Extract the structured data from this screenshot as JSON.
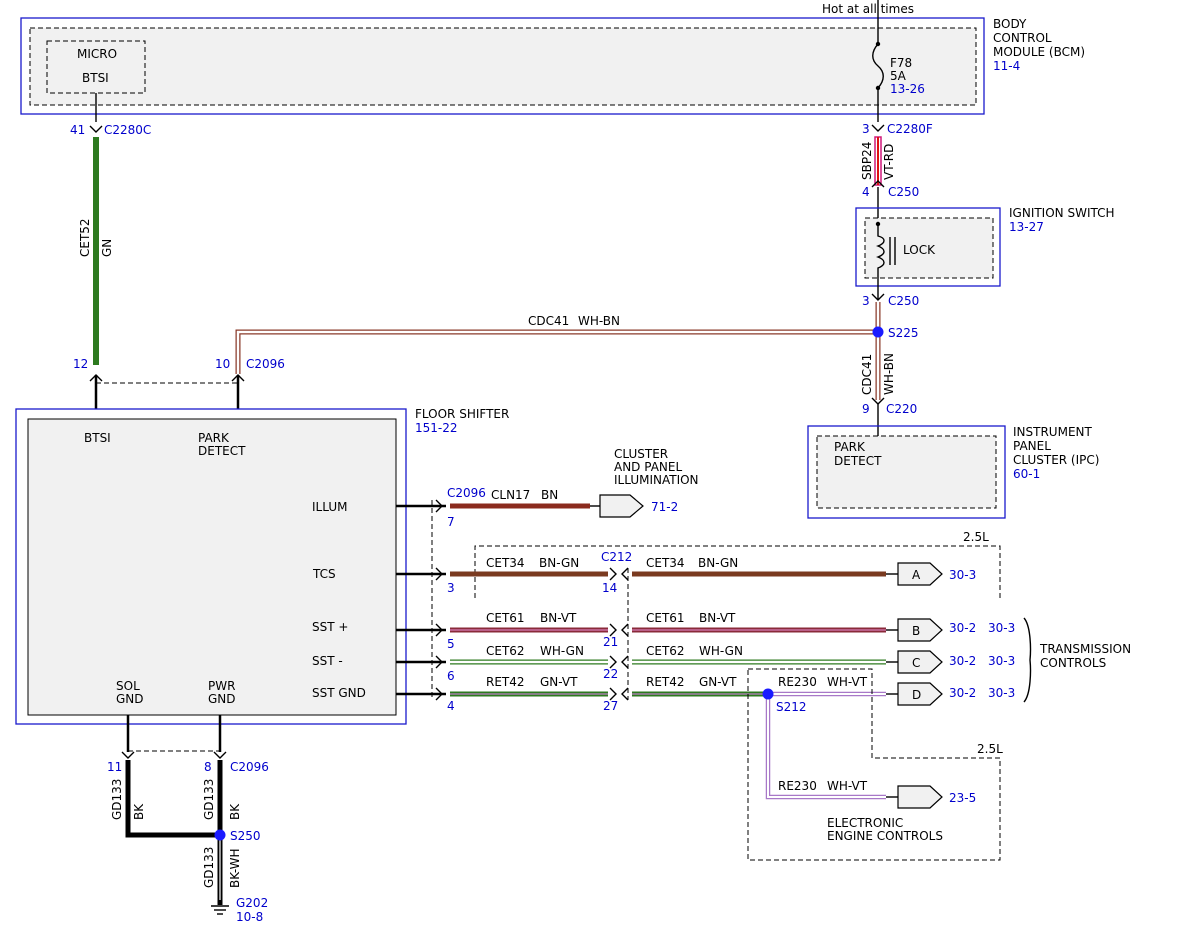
{
  "colors": {
    "label_blue": "#0000cc",
    "box_blue": "#1a1acc"
  },
  "top": {
    "hot_at_all_times": "Hot at all times"
  },
  "bcm": {
    "name_l1": "BODY",
    "name_l2": "CONTROL",
    "name_l3": "MODULE (BCM)",
    "ref": "11-4",
    "micro": "MICRO",
    "btsi": "BTSI",
    "fuse": "F78",
    "fuse_rating": "5A",
    "fuse_ref": "13-26"
  },
  "bcm_conn": {
    "pin41": "41",
    "c2280c": "C2280C",
    "pin3": "3",
    "c2280f": "C2280F"
  },
  "wire_cet52": {
    "circuit": "CET52",
    "color": "GN"
  },
  "wire_sbp24": {
    "circuit": "SBP24",
    "color": "VT-RD"
  },
  "c250a": {
    "pin": "4",
    "name": "C250"
  },
  "ignition": {
    "name": "IGNITION SWITCH",
    "ref": "13-27",
    "lock": "LOCK"
  },
  "c250b": {
    "pin": "3",
    "name": "C250"
  },
  "s225": {
    "name": "S225"
  },
  "wire_cdc41_h": {
    "circuit": "CDC41",
    "color": "WH-BN"
  },
  "wire_cdc41_v": {
    "circuit": "CDC41",
    "color": "WH-BN"
  },
  "c220": {
    "pin": "9",
    "name": "C220"
  },
  "ipc": {
    "name_l1": "INSTRUMENT",
    "name_l2": "PANEL",
    "name_l3": "CLUSTER (IPC)",
    "ref": "60-1",
    "park": "PARK",
    "detect": "DETECT"
  },
  "c2096_top": {
    "pin12": "12",
    "pin10": "10",
    "name": "C2096"
  },
  "floor_shifter": {
    "name": "FLOOR SHIFTER",
    "ref": "151-22",
    "btsi": "BTSI",
    "park": "PARK",
    "detect": "DETECT",
    "illum": "ILLUM",
    "tcs": "TCS",
    "sst_plus": "SST +",
    "sst_minus": "SST -",
    "sst_gnd": "SST GND",
    "sol": "SOL",
    "pwr": "PWR",
    "gnd": "GND"
  },
  "c2096_right": {
    "name": "C2096",
    "pin7": "7",
    "pin3": "3",
    "pin5": "5",
    "pin6": "6",
    "pin4": "4"
  },
  "c212": {
    "name": "C212",
    "pin14": "14",
    "pin21": "21",
    "pin22": "22",
    "pin27": "27"
  },
  "cluster_illum": {
    "l1": "CLUSTER",
    "l2": "AND PANEL",
    "l3": "ILLUMINATION",
    "ref": "71-2"
  },
  "wires_right": {
    "cln17": "CLN17",
    "cln17_color": "BN",
    "cet34": "CET34",
    "cet34_color": "BN-GN",
    "cet61": "CET61",
    "cet61_color": "BN-VT",
    "cet62": "CET62",
    "cet62_color": "WH-GN",
    "ret42": "RET42",
    "ret42_color": "GN-VT",
    "re230": "RE230",
    "re230_color": "WH-VT"
  },
  "trans": {
    "label_25l": "2.5L",
    "a": "A",
    "a_ref": "30-3",
    "b": "B",
    "b_ref1": "30-2",
    "b_ref2": "30-3",
    "c": "C",
    "c_ref1": "30-2",
    "c_ref2": "30-3",
    "d": "D",
    "d_ref1": "30-2",
    "d_ref2": "30-3",
    "title_l1": "TRANSMISSION",
    "title_l2": "CONTROLS"
  },
  "s212": {
    "name": "S212"
  },
  "eec": {
    "label_25l": "2.5L",
    "ref": "23-5",
    "l1": "ELECTRONIC",
    "l2": "ENGINE CONTROLS"
  },
  "ground": {
    "pin11": "11",
    "pin8": "8",
    "c2096": "C2096",
    "gd133": "GD133",
    "bk": "BK",
    "bkwh": "BK-WH",
    "s250": "S250",
    "g202": "G202",
    "g202_ref": "10-8"
  }
}
